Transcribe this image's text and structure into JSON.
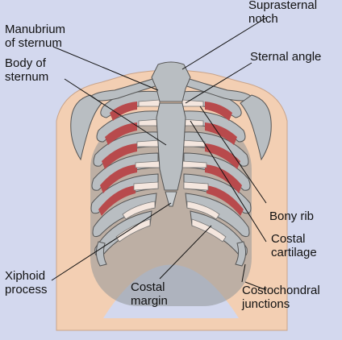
{
  "labels": {
    "suprasternal_notch": [
      "Suprasternal",
      "notch"
    ],
    "manubrium": [
      "Manubrium",
      "of sternum"
    ],
    "sternal_angle": [
      "Sternal angle"
    ],
    "body_of_sternum": [
      "Body of",
      "sternum"
    ],
    "bony_rib": [
      "Bony rib"
    ],
    "costal_cartilage": [
      "Costal",
      "cartilage"
    ],
    "xiphoid_process": [
      "Xiphoid",
      "process"
    ],
    "costal_margin": [
      "Costal",
      "margin"
    ],
    "costochondral_junctions": [
      "Costochondral",
      "junctions"
    ]
  },
  "colors": {
    "background": "#d3d8ee",
    "skin": "#f3cfb3",
    "bone": "#b9bec2",
    "bone_dark": "#8f9598",
    "cartilage": "#f4e6de",
    "muscle": "#b84a4c",
    "muscle_light": "#d88c86"
  }
}
